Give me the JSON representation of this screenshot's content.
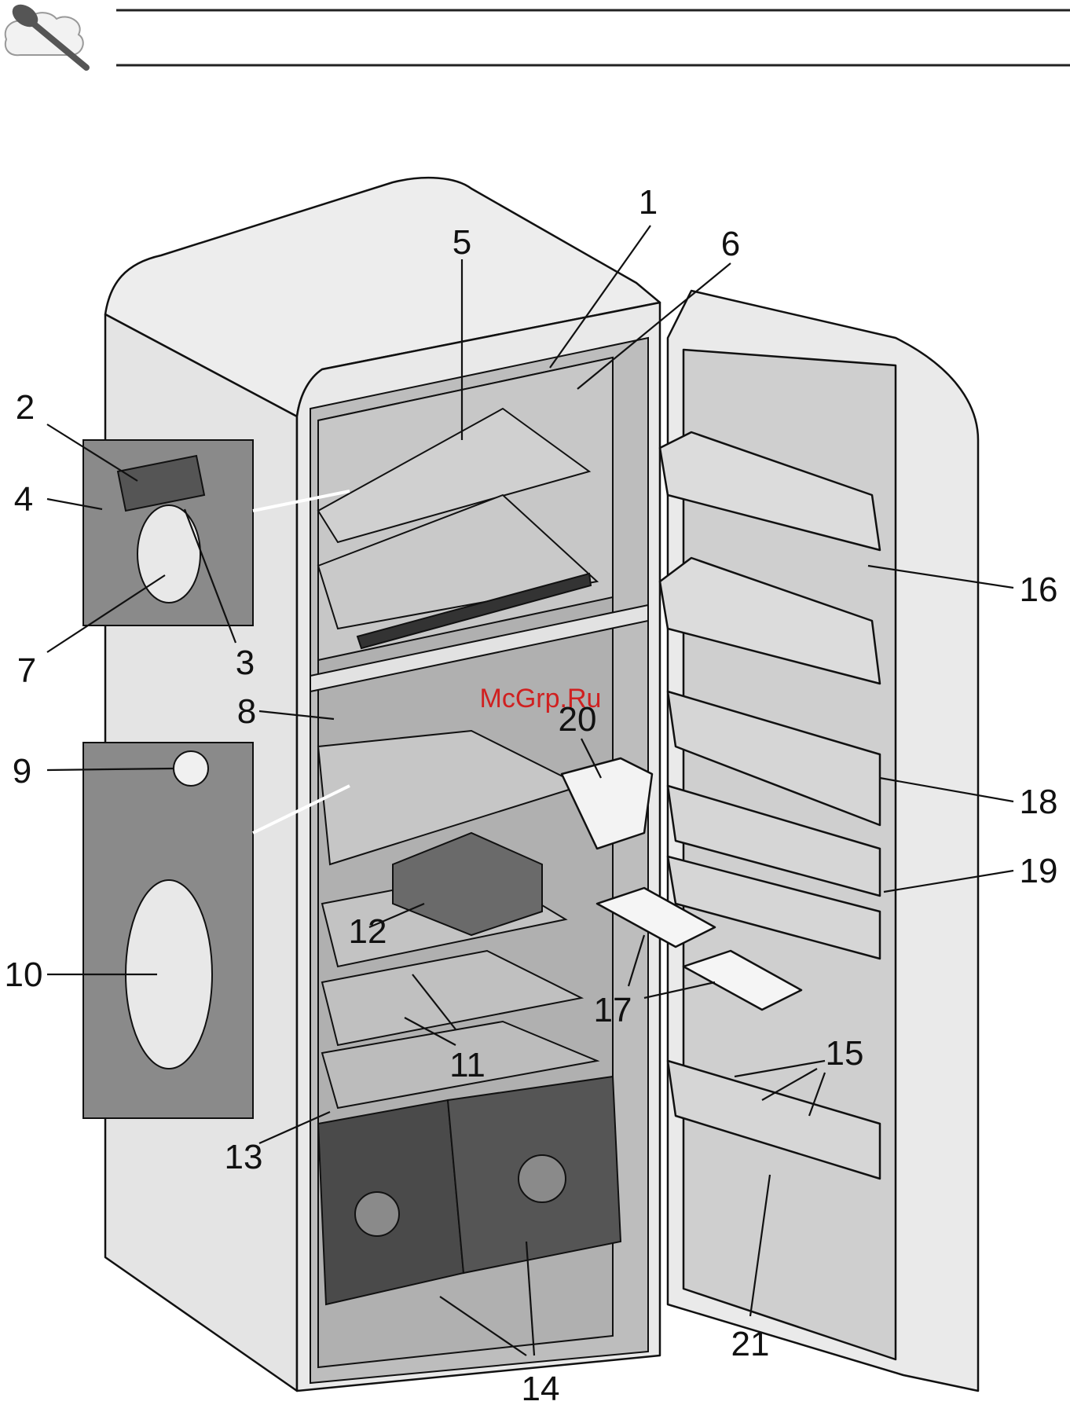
{
  "watermark": "McGrp.Ru",
  "colors": {
    "body_fill": "#e6e6e6",
    "interior_fill": "#bdbdbd",
    "dark_fill": "#4a4a4a",
    "inset_fill": "#8a8a8a",
    "outline": "#111111",
    "watermark": "#d02020"
  },
  "icons": {
    "header": "chef-hat-spoon-icon"
  },
  "callouts": [
    {
      "id": "c1",
      "text": "1"
    },
    {
      "id": "c2",
      "text": "2"
    },
    {
      "id": "c3",
      "text": "3"
    },
    {
      "id": "c4",
      "text": "4"
    },
    {
      "id": "c5",
      "text": "5"
    },
    {
      "id": "c6",
      "text": "6"
    },
    {
      "id": "c7",
      "text": "7"
    },
    {
      "id": "c8",
      "text": "8"
    },
    {
      "id": "c9",
      "text": "9"
    },
    {
      "id": "c10",
      "text": "10"
    },
    {
      "id": "c11",
      "text": "11"
    },
    {
      "id": "c12",
      "text": "12"
    },
    {
      "id": "c13",
      "text": "13"
    },
    {
      "id": "c14",
      "text": "14"
    },
    {
      "id": "c15",
      "text": "15"
    },
    {
      "id": "c16",
      "text": "16"
    },
    {
      "id": "c17",
      "text": "17"
    },
    {
      "id": "c18",
      "text": "18"
    },
    {
      "id": "c19",
      "text": "19"
    },
    {
      "id": "c20",
      "text": "20"
    },
    {
      "id": "c21",
      "text": "21"
    }
  ]
}
